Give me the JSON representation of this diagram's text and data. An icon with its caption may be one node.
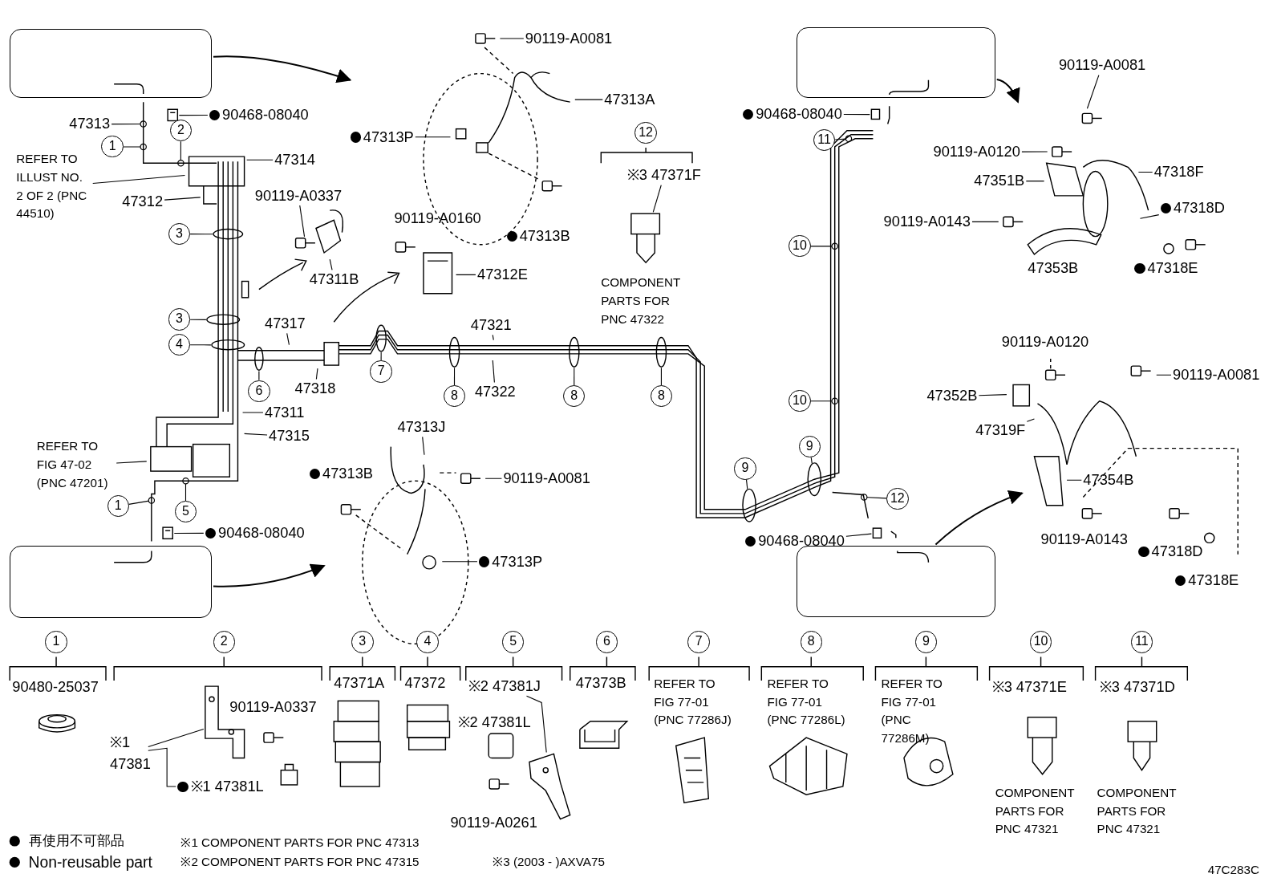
{
  "diagram": {
    "nodes": [
      {
        "text": [],
        "shape": "box"
      },
      {
        "text": [],
        "shape": "box"
      },
      {
        "text": [],
        "shape": "box"
      },
      {
        "text": [],
        "shape": "box"
      },
      {
        "text": [
          "47313"
        ]
      },
      {
        "text": [
          "1"
        ]
      },
      {
        "text": [
          "2"
        ]
      },
      {
        "text": [
          "REFER TO ILLUST NO. 2 OF 2 (PNC 44510)"
        ]
      },
      {
        "text": [
          "47314"
        ]
      },
      {
        "text": [
          "47312"
        ]
      },
      {
        "text": [
          "3"
        ]
      },
      {
        "text": [
          "3"
        ]
      },
      {
        "text": [
          "4"
        ]
      },
      {
        "text": [
          "47317"
        ]
      },
      {
        "text": [
          "6"
        ]
      },
      {
        "text": [
          "47318"
        ]
      },
      {
        "text": [
          "7"
        ]
      },
      {
        "text": [
          "47321"
        ]
      },
      {
        "text": [
          "8"
        ]
      },
      {
        "text": [
          "47322"
        ]
      },
      {
        "text": [
          "8"
        ]
      },
      {
        "text": [
          "8"
        ]
      },
      {
        "text": [
          "47311"
        ]
      },
      {
        "text": [
          "47315"
        ]
      },
      {
        "text": [
          "REFER TO FIG 47-02 (PNC 47201)"
        ]
      },
      {
        "text": [
          "1"
        ]
      },
      {
        "text": [
          "5"
        ]
      },
      {
        "text": [
          "90119-A0081"
        ]
      },
      {
        "text": [
          "47313A"
        ]
      },
      {
        "text": [
          "47313P"
        ]
      },
      {
        "text": [
          "47312E"
        ]
      },
      {
        "text": [
          "※3 47371F"
        ]
      },
      {
        "text": [
          "47313J"
        ]
      },
      {
        "text": [
          "90119-A0081"
        ]
      },
      {
        "text": [
          "47313P"
        ]
      },
      {
        "text": [
          "90468-08040"
        ]
      },
      {
        "text": [
          "11"
        ]
      },
      {
        "text": [
          "10"
        ]
      },
      {
        "text": [
          "10"
        ]
      },
      {
        "text": [
          "9"
        ]
      },
      {
        "text": [
          "9"
        ]
      },
      {
        "text": [
          "12"
        ]
      },
      {
        "text": [
          "90468-08040"
        ]
      },
      {
        "text": [
          "90119-A0081"
        ]
      },
      {
        "text": [
          "90119-A0120"
        ]
      },
      {
        "text": [
          "47351B"
        ]
      },
      {
        "text": [
          "47318F"
        ]
      },
      {
        "text": [
          "47318D"
        ]
      },
      {
        "text": [
          "90119-A0143"
        ]
      },
      {
        "text": [
          "90119-A0081"
        ]
      },
      {
        "text": [
          "47352B"
        ]
      },
      {
        "text": [
          "47319F"
        ]
      },
      {
        "text": [
          "47354B"
        ]
      },
      {
        "text": [
          "※1 47381"
        ]
      },
      {
        "text": [
          "※1 47381L"
        ]
      },
      {
        "text": [
          "※2 47381J"
        ]
      },
      {
        "text": [
          "12"
        ]
      },
      {
        "text": [
          "1"
        ]
      },
      {
        "text": [
          "2"
        ]
      },
      {
        "text": [
          "3"
        ]
      },
      {
        "text": [
          "4"
        ]
      },
      {
        "text": [
          "5"
        ]
      },
      {
        "text": [
          "6"
        ]
      },
      {
        "text": [
          "7"
        ]
      },
      {
        "text": [
          "8"
        ]
      },
      {
        "text": [
          "9"
        ]
      },
      {
        "text": [
          "10"
        ]
      },
      {
        "text": [
          "11"
        ]
      },
      {
        "text": [
          "90468-08040"
        ]
      },
      {
        "text": [
          "90468-08040"
        ]
      },
      {
        "text": [
          "90119-A0337"
        ]
      },
      {
        "text": [
          "47311B"
        ]
      },
      {
        "text": [],
        "shape": "picture"
      },
      {
        "text": [],
        "shape": "picture"
      },
      {
        "text": [],
        "shape": "picture"
      },
      {
        "text": [],
        "shape": "picture"
      },
      {
        "text": [],
        "shape": "picture"
      },
      {
        "text": [],
        "shape": "picture"
      },
      {
        "text": [],
        "shape": "ellipse"
      },
      {
        "text": [],
        "shape": "ellipse"
      },
      {
        "text": [],
        "shape": "ellipse"
      },
      {
        "text": [],
        "shape": "ellipse"
      },
      {
        "text": [],
        "shape": "ellipse"
      },
      {
        "text": [],
        "shape": "ellipse"
      },
      {
        "text": [],
        "shape": "ellipse"
      },
      {
        "text": [],
        "shape": "ellipse"
      },
      {
        "text": [],
        "shape": "ellipse"
      },
      {
        "text": [],
        "shape": "ellipse"
      },
      {
        "text": [],
        "shape": "box"
      },
      {
        "text": [],
        "shape": "box"
      }
    ],
    "edges": [
      {
        "from": 0,
        "to": null,
        "arrow": "to"
      },
      {
        "from": 1,
        "to": null,
        "arrow": "to"
      },
      {
        "from": 2,
        "to": null,
        "arrow": "to"
      },
      {
        "from": 3,
        "to": null,
        "arrow": "to"
      },
      {
        "from": 4,
        "to": null,
        "arrow": "other"
      },
      {
        "from": 5,
        "to": null,
        "arrow": "other"
      },
      {
        "from": 6,
        "to": null,
        "arrow": "other"
      },
      {
        "from": 7,
        "to": null,
        "arrow": "none"
      },
      {
        "from": 8,
        "to": null,
        "arrow": "none"
      },
      {
        "from": 9,
        "to": null,
        "arrow": "none"
      },
      {
        "from": 10,
        "to": 78,
        "arrow": "none"
      },
      {
        "from": 11,
        "to": 79,
        "arrow": "none"
      },
      {
        "from": 12,
        "to": 80,
        "arrow": "none"
      },
      {
        "from": 13,
        "to": null,
        "arrow": "none"
      },
      {
        "from": 14,
        "to": 81,
        "arrow": "none"
      },
      {
        "from": 15,
        "to": null,
        "arrow": "none"
      },
      {
        "from": 16,
        "to": 82,
        "arrow": "none"
      },
      {
        "from": 17,
        "to": null,
        "arrow": "none"
      },
      {
        "from": 18,
        "to": 83,
        "arrow": "none"
      },
      {
        "from": 19,
        "to": null,
        "arrow": "none"
      },
      {
        "from": 20,
        "to": 84,
        "arrow": "none"
      },
      {
        "from": 21,
        "to": 85,
        "arrow": "none"
      },
      {
        "from": 22,
        "to": null,
        "arrow": "none"
      },
      {
        "from": 23,
        "to": null,
        "arrow": "none"
      },
      {
        "from": 24,
        "to": null,
        "arrow": "none"
      },
      {
        "from": 25,
        "to": null,
        "arrow": "other"
      },
      {
        "from": 26,
        "to": null,
        "arrow": "other"
      },
      {
        "from": 27,
        "to": null,
        "arrow": "none"
      },
      {
        "from": 28,
        "to": null,
        "arrow": "none"
      },
      {
        "from": 29,
        "to": null,
        "arrow": "none"
      },
      {
        "from": 30,
        "to": null,
        "arrow": "none"
      },
      {
        "from": 31,
        "to": 77,
        "arrow": "none"
      },
      {
        "from": 32,
        "to": null,
        "arrow": "none"
      },
      {
        "from": 33,
        "to": null,
        "arrow": "none"
      },
      {
        "from": 34,
        "to": null,
        "arrow": "none"
      },
      {
        "from": 35,
        "to": 88,
        "arrow": "none"
      },
      {
        "from": 36,
        "to": null,
        "arrow": "other"
      },
      {
        "from": 37,
        "to": null,
        "arrow": "other"
      },
      {
        "from": 38,
        "to": null,
        "arrow": "other"
      },
      {
        "from": 39,
        "to": 86,
        "arrow": "none"
      },
      {
        "from": 40,
        "to": 87,
        "arrow": "none"
      },
      {
        "from": 41,
        "to": null,
        "arrow": "other"
      },
      {
        "from": 42,
        "to": 89,
        "arrow": "none"
      },
      {
        "from": 43,
        "to": null,
        "arrow": "none"
      },
      {
        "from": 44,
        "to": null,
        "arrow": "none"
      },
      {
        "from": 45,
        "to": null,
        "arrow": "none"
      },
      {
        "from": 46,
        "to": null,
        "arrow": "none"
      },
      {
        "from": 47,
        "to": null,
        "arrow": "none"
      },
      {
        "from": 48,
        "to": null,
        "arrow": "none"
      },
      {
        "from": 49,
        "to": null,
        "arrow": "none"
      },
      {
        "from": 50,
        "to": null,
        "arrow": "none"
      },
      {
        "from": 51,
        "to": null,
        "arrow": "none"
      },
      {
        "from": 52,
        "to": null,
        "arrow": "none"
      },
      {
        "from": 53,
        "to": 75,
        "arrow": "none"
      },
      {
        "from": 53,
        "to": 54,
        "arrow": "none"
      },
      {
        "from": 55,
        "to": 76,
        "arrow": "none"
      },
      {
        "from": 68,
        "to": 72,
        "arrow": "none"
      },
      {
        "from": 69,
        "to": 73,
        "arrow": "none"
      },
      {
        "from": 70,
        "to": 74,
        "arrow": "none"
      },
      {
        "from": 71,
        "to": null,
        "arrow": "none"
      }
    ],
    "labels": [
      "90119-A0160",
      "47313B",
      "COMPONENT PARTS FOR PNC 47322",
      "47313B",
      "47353B",
      "47318E",
      "90119-A0120",
      "90119-A0143",
      "47318D",
      "47318E",
      "90480-25037",
      "90119-A0337",
      "47371A",
      "47372",
      "※2 47381L",
      "90119-A0261",
      "47373B",
      "REFER TO FIG 77-01 (PNC 77286J)",
      "REFER TO FIG 77-01 (PNC 77286L)",
      "REFER TO FIG 77-01 (PNC 77286M)",
      "※3 47371E",
      "※3 47371D",
      "COMPONENT PARTS FOR PNC 47321",
      "COMPONENT PARTS FOR PNC 47321",
      "※1 COMPONENT PARTS FOR PNC 47313",
      "※2 COMPONENT PARTS FOR PNC 47315",
      "※3 (2003 - )AXVA75",
      "47C283C"
    ],
    "legend": [
      {
        "text": "再使用不可部品"
      },
      {
        "text": "Non-reusable part"
      }
    ]
  }
}
